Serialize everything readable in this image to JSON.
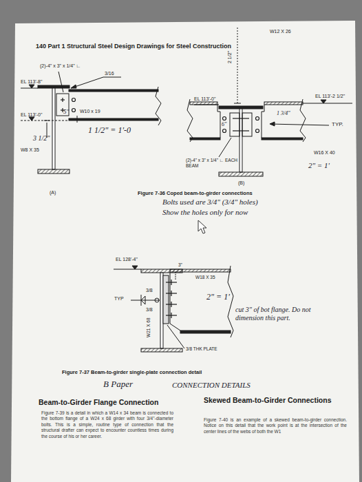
{
  "diagram": {
    "labels": [
      "140  Part 1  Structural Steel Design Drawings for Steel Construction",
      "(2)-4\" x 3\" x 1/4\" ∟",
      "3/16",
      "EL 113'-8\"",
      "EL 113'-0\"",
      "5\"",
      "W10 x 19",
      "3 1/2\"",
      "W8 X 35",
      "1 1/2\" = 1'-0",
      "(A)",
      "W12 X 26",
      "2 1/2\"",
      "EL 113'-0\"",
      "EL 113'-2 1/2\"",
      "6\"",
      "1 3/4\"",
      "TYP.",
      "(2)-4\" x 3\" x 1/4\" ∟ EACH BEAM",
      "W16 X 40",
      "2\" = 1'",
      "(B)",
      "Figure 7-36  Coped beam-to-girder connections",
      "Bolts used are 3/4\" (3/4\" holes)",
      "Show the holes only for now",
      "EL 128'-4\"",
      "3\"",
      "W18 X 35",
      "TYP",
      "3/8",
      "3/8",
      "2\" = 1'",
      "W21 X 68",
      "cut 3\" of bot flange. Do not dimension this part.",
      "3/8 THK PLATE",
      "Figure 7-37  Beam-to-girder single-plate connection detail",
      "B Paper",
      "CONNECTION DETAILS",
      "Beam-to-Girder Flange Connection",
      "Figure 7-39 is a detail in which a W14 x 34 beam is connected to the bottom flange of a W24 x 68 girder with four 3/4\"-diameter bolts. This is a simple, routine type of connection that the structural drafter can expect to encounter countless times during the course of his or her career.",
      "Skewed Beam-to-Girder Connections",
      "Figure 7-40 is an example of a skewed beam-to-girder connection. Notice on this detail that the work point is at the intersection of the center lines of the webs of both the W1"
    ]
  }
}
